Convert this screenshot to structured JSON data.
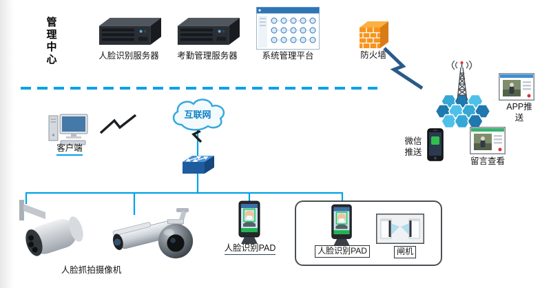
{
  "colors": {
    "line": "#00a2e8",
    "cloud_text": "#0b7fc4",
    "firewall_orange": "#f7941d",
    "face_box_green": "#1fce54"
  },
  "labels": {
    "management_center": "管理中心",
    "face_server": "人脸识别服务器",
    "attendance_server": "考勤管理服务器",
    "platform": "系统管理平台",
    "firewall": "防火墙",
    "internet": "互联网",
    "client": "客户端",
    "capture_camera": "人脸抓拍摄像机",
    "pad_standalone": "人脸识别PAD",
    "pad_gate": "人脸识别PAD",
    "gate": "闸机",
    "wechat_push": "微信推送",
    "app_push": "APP推送",
    "message_view": "留言查看"
  }
}
